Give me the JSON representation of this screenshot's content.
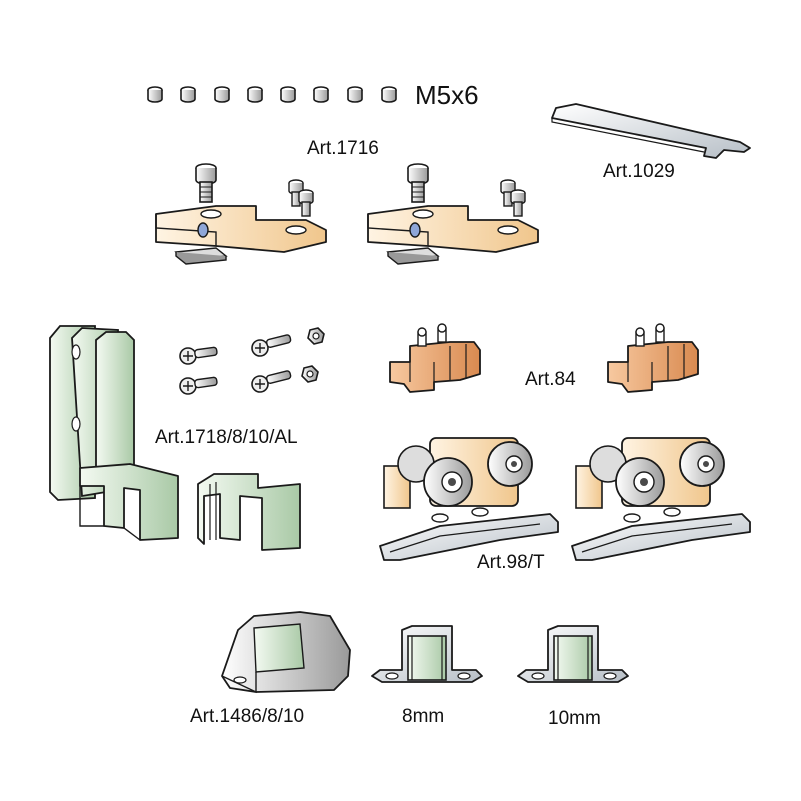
{
  "labels": {
    "screws": "M5x6",
    "art1716": "Art.1716",
    "art1029": "Art.1029",
    "art84": "Art.84",
    "art1718": "Art.1718/8/10/AL",
    "art98t": "Art.98/T",
    "art1486": "Art.1486/8/10",
    "size8": "8mm",
    "size10": "10mm"
  },
  "colors": {
    "outline": "#1a1a1a",
    "wood": "#f5d9b0",
    "copper": "#e6a06a",
    "green": "#d4e6d2",
    "steel": "#d8dde2",
    "dark": "#4a4a4a",
    "blue": "#8ea6d8"
  },
  "icons": {
    "screw_set": "set-screw-icon",
    "bracket": "top-bracket-icon",
    "spanner": "flat-spanner-icon",
    "adjuster": "height-adjuster-icon",
    "trolley": "roller-trolley-icon",
    "guide": "floor-guide-icon",
    "channel_guide": "channel-guide-icon"
  }
}
